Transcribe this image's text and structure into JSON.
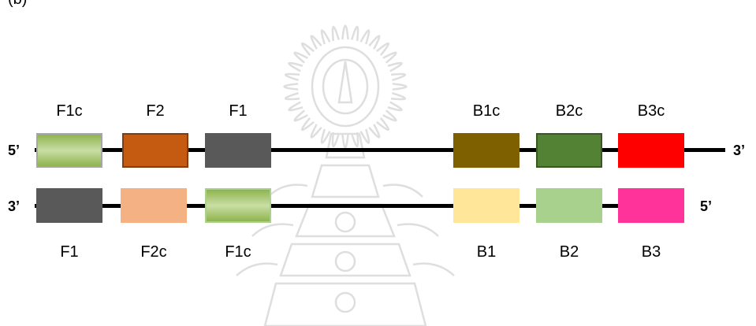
{
  "panel_label": "(b)",
  "colors": {
    "line": "#000000",
    "watermark": "#d9d9d9"
  },
  "top_strand": {
    "left_end": "5’",
    "right_end": "3’",
    "regions": [
      {
        "label": "F1c",
        "color": "#9cbf5d",
        "gradient": true,
        "border": "#a6a6a6"
      },
      {
        "label": "F2",
        "color": "#c55a11",
        "gradient": false,
        "border": "#843c0c"
      },
      {
        "label": "F1",
        "color": "#595959",
        "gradient": false,
        "border": "#595959"
      },
      {
        "label": "B1c",
        "color": "#7f6000",
        "gradient": false,
        "border": "#7f6000"
      },
      {
        "label": "B2c",
        "color": "#548235",
        "gradient": false,
        "border": "#385723"
      },
      {
        "label": "B3c",
        "color": "#ff0000",
        "gradient": false,
        "border": "#ff0000"
      }
    ]
  },
  "bottom_strand": {
    "left_end": "3’",
    "right_end": "5’",
    "regions": [
      {
        "label": "F1",
        "color": "#595959",
        "gradient": false,
        "border": "#595959"
      },
      {
        "label": "F2c",
        "color": "#f4b183",
        "gradient": false,
        "border": "#f4b183"
      },
      {
        "label": "F1c",
        "color": "#9cbf5d",
        "gradient": true,
        "border": "#a9d18e"
      },
      {
        "label": "B1",
        "color": "#ffe699",
        "gradient": false,
        "border": "#ffe699"
      },
      {
        "label": "B2",
        "color": "#a9d18e",
        "gradient": false,
        "border": "#a9d18e"
      },
      {
        "label": "B3",
        "color": "#ff3399",
        "gradient": false,
        "border": "#ff3399"
      }
    ]
  }
}
